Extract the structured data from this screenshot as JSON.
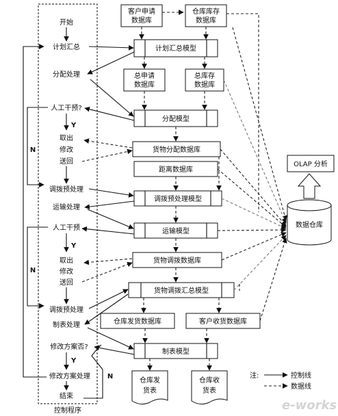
{
  "control_column": {
    "title": "控制程序",
    "start": "开始",
    "plan_summary": "计划汇总",
    "allocation": "分配处理",
    "manual_1": "人工干预?",
    "yes_1": "Y",
    "no_1": "N",
    "fetch_1": "取出",
    "modify_1": "修改",
    "return_1": "送回",
    "dispatch_pre_1": "调拨预处理",
    "transport": "运输处理",
    "manual_2": "人工干预",
    "yes_2": "Y",
    "no_2": "N",
    "fetch_2": "取出",
    "modify_2": "修改",
    "return_2": "送回",
    "dispatch_pre_2": "调拨预处理",
    "report": "制表处理",
    "modify_plan_q": "修改方案否?",
    "yes_3": "Y",
    "no_3": "N",
    "modify_plan": "修改方案处理",
    "end": "结束"
  },
  "nodes": {
    "customer_db_l1": "客户申请",
    "customer_db_l2": "数据库",
    "stock_db_l1": "仓库库存",
    "stock_db_l2": "数据库",
    "plan_model": "计划汇总模型",
    "total_req_l1": "总申请",
    "total_req_l2": "数据库",
    "total_stock_l1": "总库存",
    "total_stock_l2": "数据库",
    "alloc_model": "分配模型",
    "goods_alloc_db": "货物分配数据库",
    "distance_db": "距离数据库",
    "dispatch_pre_model": "调拨预处理模型",
    "transport_model": "运输模型",
    "goods_dispatch_db": "货物调拨数据库",
    "dispatch_sum_model": "货物调拨汇总模型",
    "wh_ship_db": "仓库发货数据库",
    "cust_recv_db": "客户收货数据库",
    "report_model": "制表模型",
    "wh_ship_tbl_l1": "仓库发",
    "wh_ship_tbl_l2": "货表",
    "wh_recv_tbl_l1": "仓库收",
    "wh_recv_tbl_l2": "货表",
    "olap": "OLAP 分析",
    "warehouse": "数据仓库"
  },
  "legend": {
    "note": "注:",
    "control_line": "控制线",
    "data_line": "数据线"
  },
  "watermark": "e-works"
}
